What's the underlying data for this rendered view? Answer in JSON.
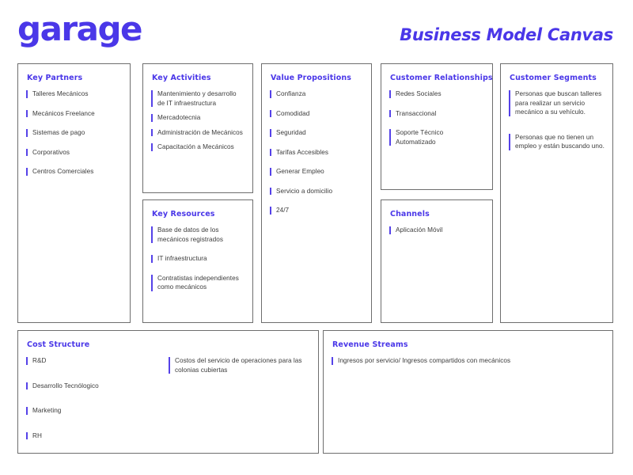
{
  "header": {
    "logo_text": "garage",
    "title": "Business Model Canvas"
  },
  "theme": {
    "accent": "#4a37e8",
    "bar": "#5542e8",
    "text": "#3b3b3b",
    "border": "#6e6e6e",
    "background": "#ffffff"
  },
  "blocks": {
    "key_partners": {
      "title": "Key Partners",
      "items": [
        "Talleres Mecánicos",
        "Mecánicos Freelance",
        "Sistemas de pago",
        "Corporativos",
        "Centros Comerciales"
      ]
    },
    "key_activities": {
      "title": "Key Activities",
      "items": [
        "Mantenimiento y desarrollo de IT infraestructura",
        "Mercadotecnia",
        "Administración de Mecánicos",
        "Capacitación a Mecánicos"
      ]
    },
    "key_resources": {
      "title": "Key Resources",
      "items": [
        "Base de datos de los mecánicos registrados",
        "IT infraestructura",
        "Contratistas independientes como mecánicos"
      ]
    },
    "value_propositions": {
      "title": "Value Propositions",
      "items": [
        "Confianza",
        "Comodidad",
        "Seguridad",
        "Tarifas Accesibles",
        "Generar Empleo",
        "Servicio a domicilio",
        "24/7"
      ]
    },
    "customer_relationships": {
      "title": "Customer Relationships",
      "items": [
        "Redes Sociales",
        "Transaccional",
        "Soporte Técnico Automatizado"
      ]
    },
    "channels": {
      "title": "Channels",
      "items": [
        "Aplicación Móvil"
      ]
    },
    "customer_segments": {
      "title": "Customer Segments",
      "items": [
        "Personas que buscan talleres para realizar un servicio mecánico a su vehículo.",
        "Personas que no tienen un empleo y están buscando uno."
      ]
    },
    "cost_structure": {
      "title": "Cost Structure",
      "items_left": [
        "R&D",
        "Desarrollo Tecnólogico",
        "Marketing",
        "RH"
      ],
      "items_right": [
        "Costos del servicio de operaciones para las colonias cubiertas"
      ]
    },
    "revenue_streams": {
      "title": "Revenue Streams",
      "items": [
        "Ingresos por servicio/ Ingresos compartidos con mecánicos"
      ]
    }
  }
}
